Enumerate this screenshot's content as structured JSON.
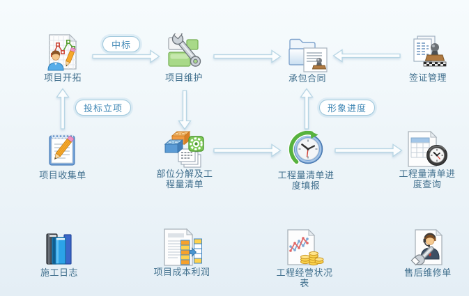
{
  "diagram_name": "project-workflow-diagram",
  "nodes": [
    {
      "id": "project-development",
      "label": "项目开拓",
      "icon": "person-chart-icon"
    },
    {
      "id": "project-maintenance",
      "label": "项目维护",
      "icon": "wrench-blocks-icon"
    },
    {
      "id": "contract",
      "label": "承包合同",
      "icon": "folder-contract-stamp-icon"
    },
    {
      "id": "visa-management",
      "label": "签证管理",
      "icon": "documents-stamp-icon"
    },
    {
      "id": "project-collection-form",
      "label": "项目收集单",
      "icon": "notepad-pencil-icon"
    },
    {
      "id": "boq-breakdown",
      "label": "部位分解及工程量清单",
      "icon": "bricks-gear-papers-icon"
    },
    {
      "id": "boq-progress-report",
      "label": "工程量清单进度填报",
      "icon": "clock-refresh-icon"
    },
    {
      "id": "boq-progress-query",
      "label": "工程量清单进度查询",
      "icon": "document-clock-icon"
    },
    {
      "id": "construction-log",
      "label": "施工日志",
      "icon": "books-icon"
    },
    {
      "id": "project-cost-profit",
      "label": "项目成本利润",
      "icon": "document-cost-tables-icon"
    },
    {
      "id": "operation-status-report",
      "label": "工程经营状况表",
      "icon": "chart-coins-icon"
    },
    {
      "id": "after-sales-repair-form",
      "label": "售后维修单",
      "icon": "support-agent-wrench-icon"
    }
  ],
  "pill_labels": [
    "中标",
    "投标立项",
    "形象进度"
  ],
  "connections": [
    {
      "from": "项目开拓",
      "to": "项目维护",
      "label": "中标",
      "direction": "right"
    },
    {
      "from": "项目维护",
      "to": "承包合同",
      "label": "",
      "direction": "right"
    },
    {
      "from": "签证管理",
      "to": "承包合同",
      "label": "",
      "direction": "left"
    },
    {
      "from": "项目收集单",
      "to": "项目开拓",
      "label": "投标立项",
      "direction": "up"
    },
    {
      "from": "项目维护",
      "to": "部位分解及工程量清单",
      "label": "",
      "direction": "down"
    },
    {
      "from": "部位分解及工程量清单",
      "to": "工程量清单进度填报",
      "label": "",
      "direction": "right"
    },
    {
      "from": "工程量清单进度填报",
      "to": "承包合同",
      "label": "形象进度",
      "direction": "up"
    },
    {
      "from": "工程量清单进度填报",
      "to": "工程量清单进度查询",
      "label": "",
      "direction": "right"
    }
  ],
  "colors": {
    "background_top": "#f6fbfd",
    "background_bottom": "#e4eef5",
    "node_label_text": "#3f6e8c",
    "pill_text": "#3e86b4",
    "pill_border": "#9fc8dc",
    "arrow_outline": "#b7d5e4"
  }
}
